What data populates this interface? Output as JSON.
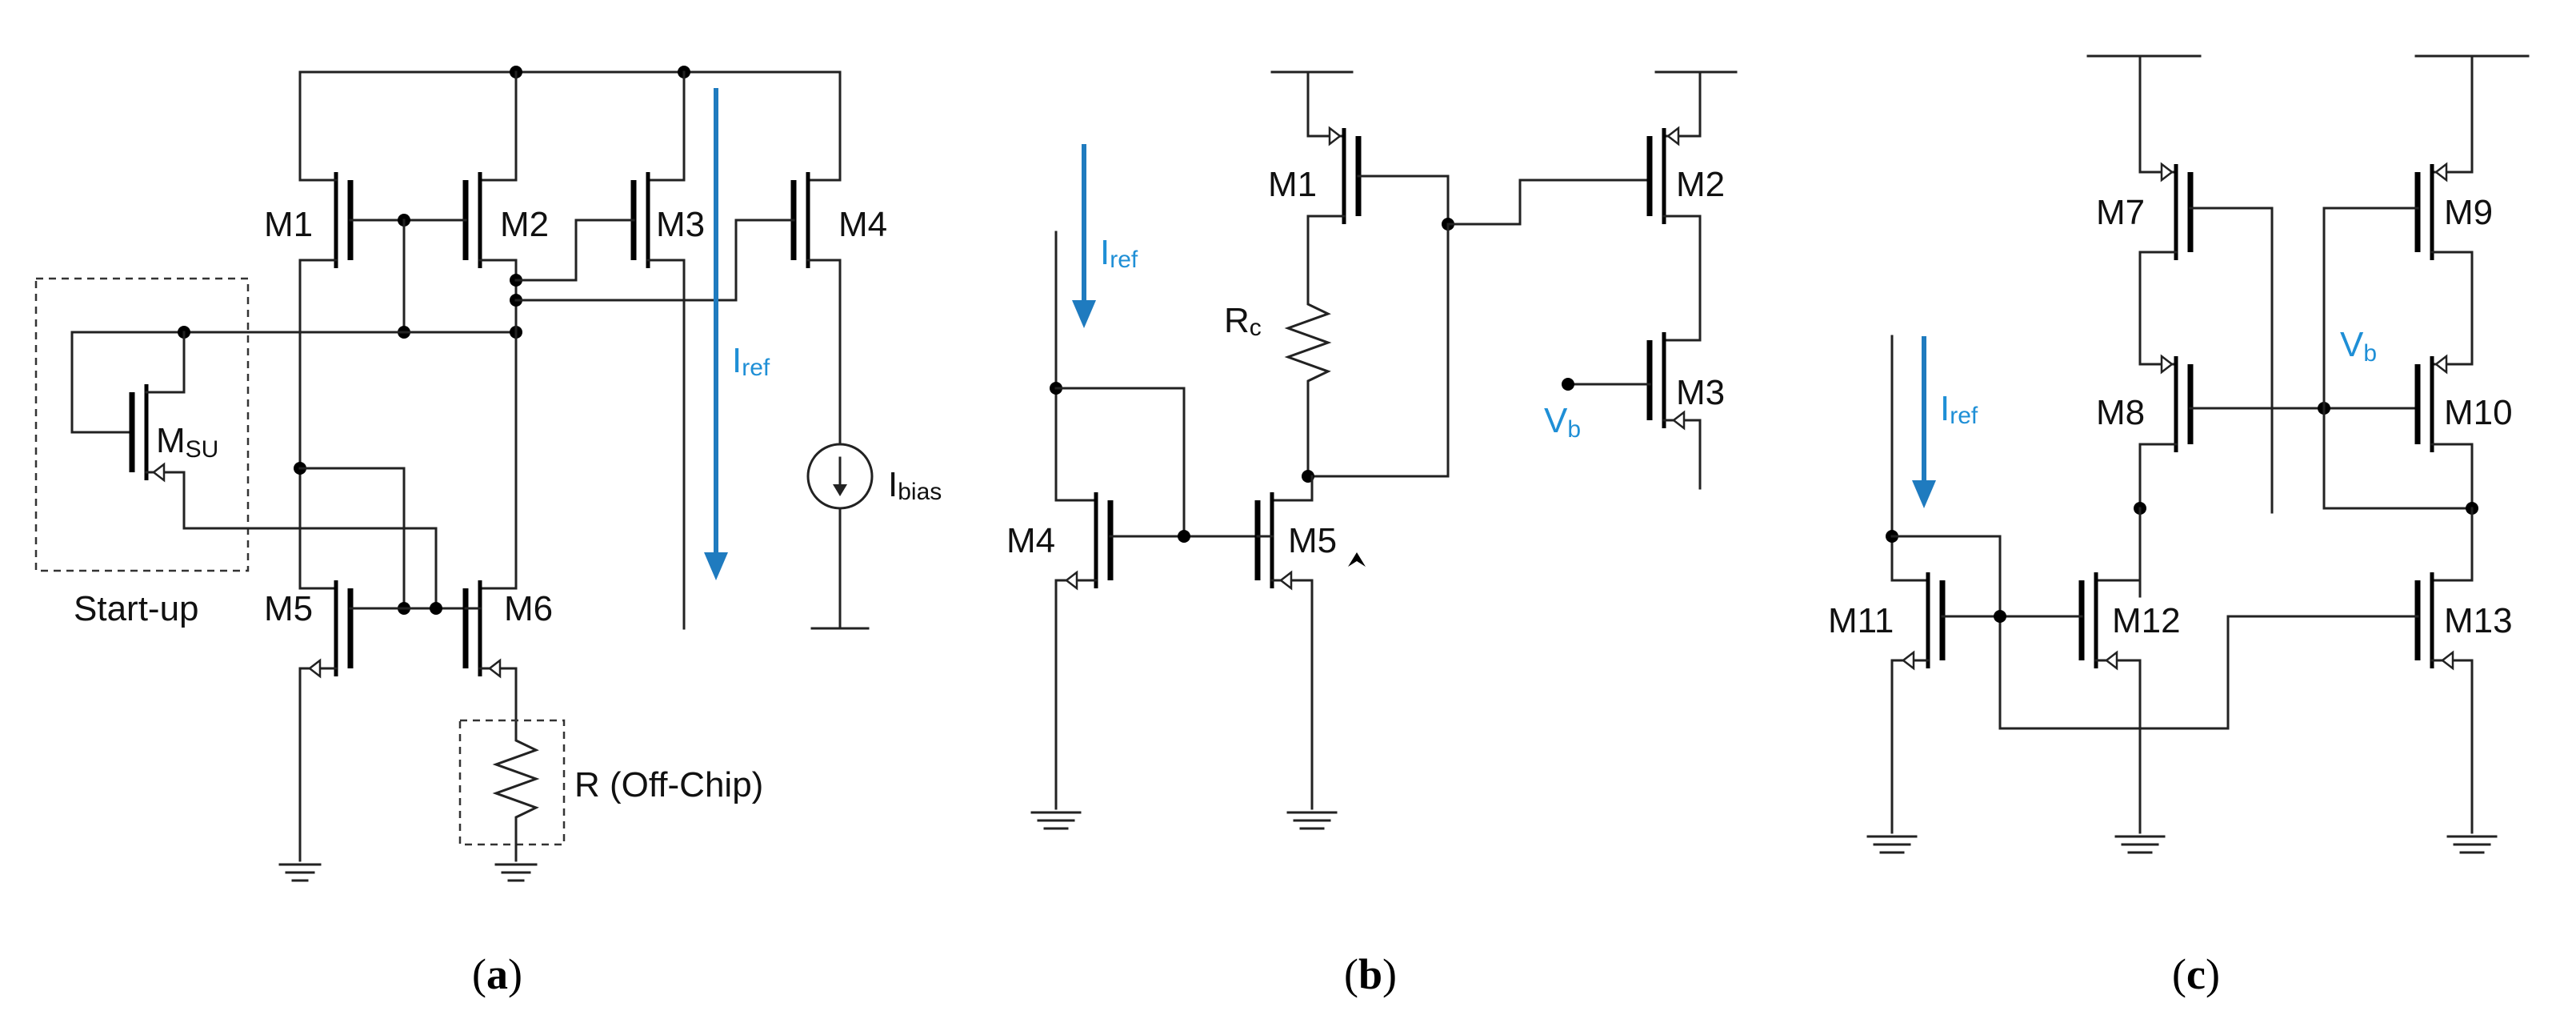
{
  "panel_a": {
    "m1": "M1",
    "m2": "M2",
    "m3": "M3",
    "m4": "M4",
    "m5": "M5",
    "m6": "M6",
    "msu_main": "M",
    "msu_sub": "SU",
    "startup": "Start-up",
    "iref_main": "I",
    "iref_sub": "ref",
    "ibias_main": "I",
    "ibias_sub": "bias",
    "resistor": "R (Off-Chip)",
    "caption_open": "(",
    "caption_letter": "a",
    "caption_close": ")"
  },
  "panel_b": {
    "m1": "M1",
    "m2": "M2",
    "m3": "M3",
    "m4": "M4",
    "m5": "M5",
    "rc_main": "R",
    "rc_sub": "c",
    "vb_main": "V",
    "vb_sub": "b",
    "iref_main": "I",
    "iref_sub": "ref",
    "caption_open": "(",
    "caption_letter": "b",
    "caption_close": ")"
  },
  "panel_c": {
    "m7": "M7",
    "m8": "M8",
    "m9": "M9",
    "m10": "M10",
    "m11": "M11",
    "m12": "M12",
    "m13": "M13",
    "vb_main": "V",
    "vb_sub": "b",
    "iref_main": "I",
    "iref_sub": "ref",
    "caption_open": "(",
    "caption_letter": "c",
    "caption_close": ")"
  },
  "colors": {
    "accent": "#1f8fd6",
    "wire": "#222222"
  }
}
